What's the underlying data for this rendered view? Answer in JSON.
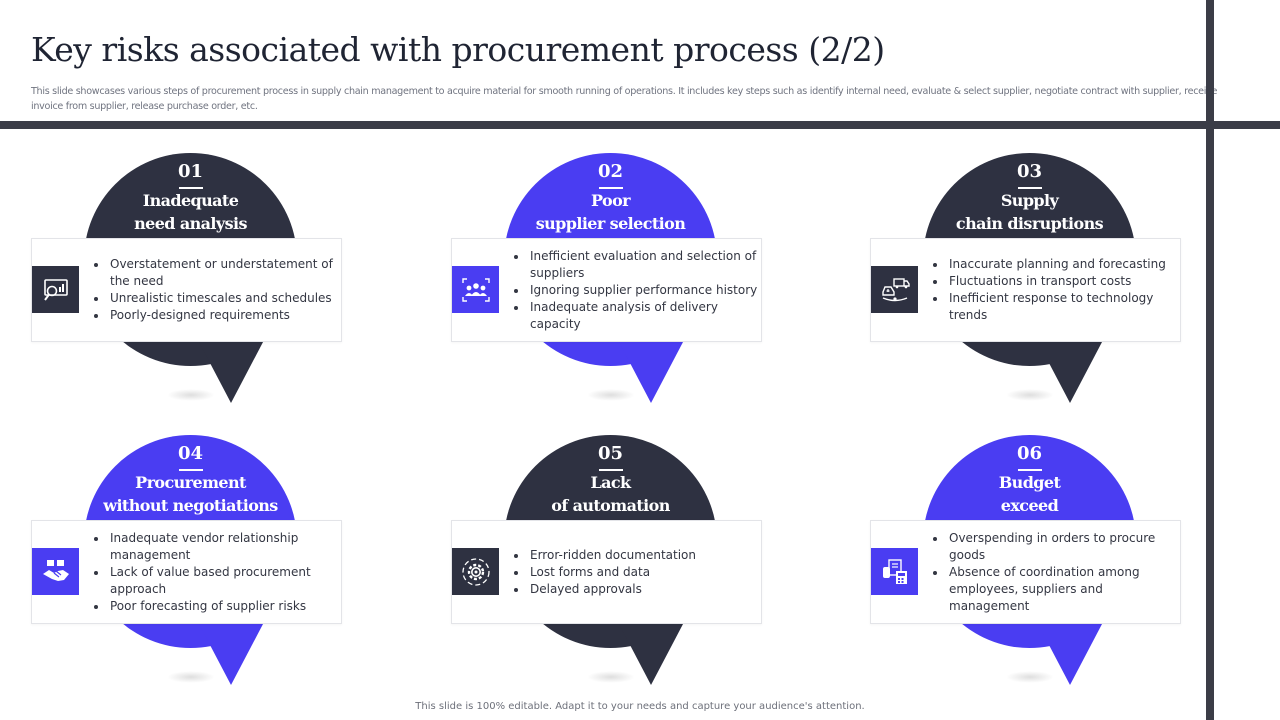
{
  "header": {
    "title": "Key risks associated with procurement process (2/2)",
    "subtitle": "This slide showcases various steps of procurement process in supply chain management to acquire material for smooth running of operations. It includes key steps such as identify internal need, evaluate & select supplier, negotiate contract with supplier, receive invoice from supplier, release purchase order, etc."
  },
  "colors": {
    "dark": "#2e3141",
    "blue": "#4a3df2",
    "bar": "#3b3d47"
  },
  "risks": [
    {
      "number": "01",
      "title_line1": "Inadequate",
      "title_line2": "need analysis",
      "icon": "analysis-icon",
      "bullets": [
        "Overstatement or understatement of the need",
        "Unrealistic timescales and schedules",
        "Poorly-designed  requirements"
      ]
    },
    {
      "number": "02",
      "title_line1": "Poor",
      "title_line2": "supplier selection",
      "icon": "team-icon",
      "bullets": [
        "Inefficient evaluation and selection of suppliers",
        "Ignoring supplier performance history",
        "Inadequate analysis of delivery capacity"
      ]
    },
    {
      "number": "03",
      "title_line1": "Supply",
      "title_line2": "chain disruptions",
      "icon": "delivery-truck-icon",
      "bullets": [
        "Inaccurate planning and forecasting",
        "Fluctuations in transport costs",
        "Inefficient response to technology trends"
      ]
    },
    {
      "number": "04",
      "title_line1": "Procurement",
      "title_line2": "without negotiations",
      "icon": "handshake-icon",
      "bullets": [
        "Inadequate vendor relationship management",
        "Lack of value based procurement approach",
        "Poor forecasting of supplier risks"
      ]
    },
    {
      "number": "05",
      "title_line1": "Lack",
      "title_line2": "of automation",
      "icon": "automation-gear-icon",
      "bullets": [
        "Error-ridden documentation",
        "Lost forms and data",
        "Delayed approvals"
      ]
    },
    {
      "number": "06",
      "title_line1": "Budget",
      "title_line2": "exceed",
      "icon": "budget-calculator-icon",
      "bullets": [
        "Overspending in orders to procure goods",
        "Absence of coordination among employees, suppliers and management"
      ]
    }
  ],
  "footer": {
    "text": "This slide is 100% editable. Adapt it to your needs and capture your audience's attention."
  }
}
